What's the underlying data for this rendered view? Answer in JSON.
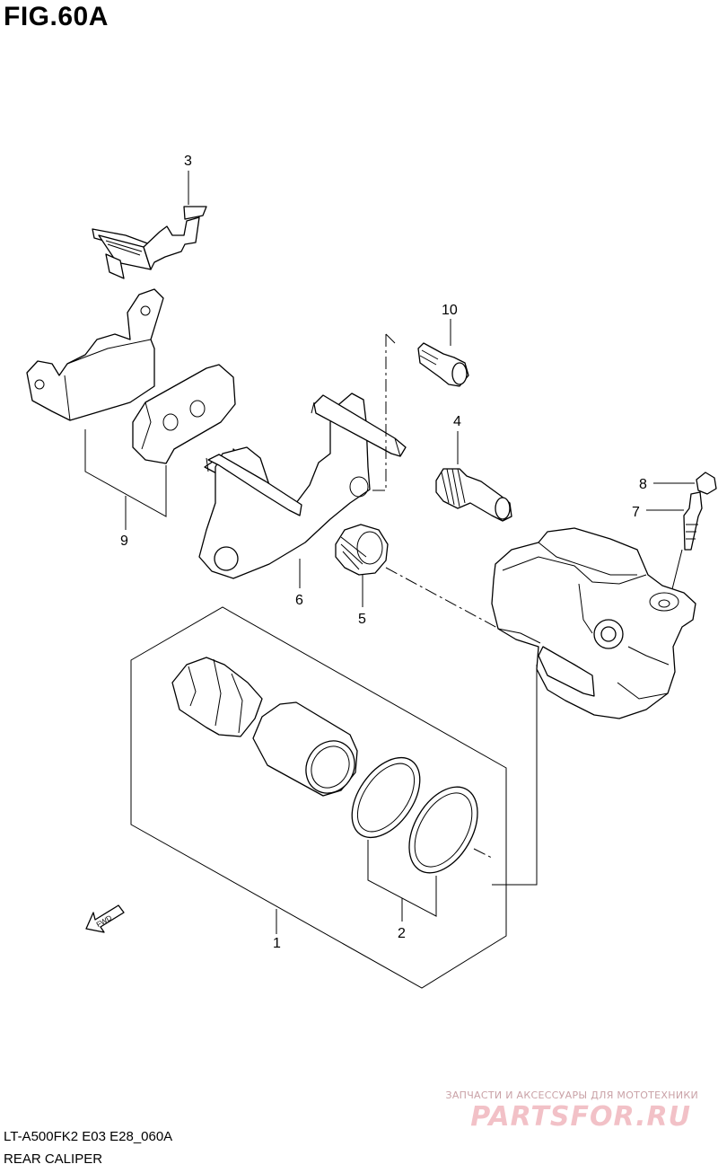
{
  "figure": {
    "title": "FIG.60A"
  },
  "callouts": [
    {
      "id": "1",
      "label": "1"
    },
    {
      "id": "2",
      "label": "2"
    },
    {
      "id": "3",
      "label": "3"
    },
    {
      "id": "4",
      "label": "4"
    },
    {
      "id": "5",
      "label": "5"
    },
    {
      "id": "6",
      "label": "6"
    },
    {
      "id": "7",
      "label": "7"
    },
    {
      "id": "8",
      "label": "8"
    },
    {
      "id": "9",
      "label": "9"
    },
    {
      "id": "10",
      "label": "10"
    }
  ],
  "direction_marker": {
    "label": "FWD",
    "icon": "arrow-left-down-icon"
  },
  "footer": {
    "model_code": "LT-A500FK2 E03 E28_060A",
    "section_name": "REAR CALIPER"
  },
  "watermark": {
    "tagline": "ЗАПЧАСТИ И АКСЕССУАРЫ ДЛЯ МОТОТЕХНИКИ",
    "logo_text": "PARTSFOR.RU",
    "color": "#f2c1c7"
  }
}
